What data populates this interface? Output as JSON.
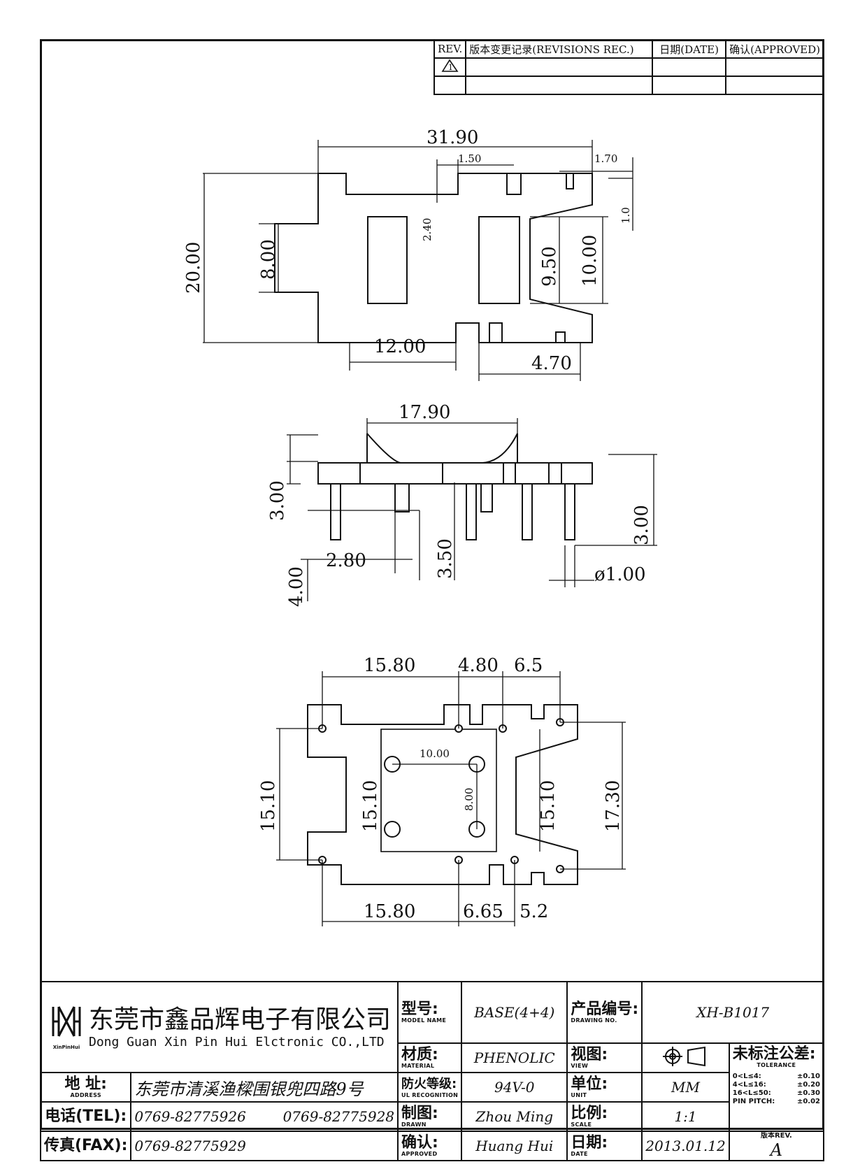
{
  "revisions": {
    "headers": [
      "REV.",
      "版本变更记录(REVISIONS REC.)",
      "日期(DATE)",
      "确认(APPROVED)"
    ],
    "rev_symbol": "1"
  },
  "views": {
    "top": {
      "A": "31.90",
      "B": "20.00",
      "C": "8.00",
      "D": "12.00",
      "E": "10.00",
      "d_9_50": "9.50",
      "d_4_70": "4.70",
      "d_1_50": "1.50",
      "d_1_70": "1.70",
      "d_2_40": "2.40",
      "d_1_0": "1.0"
    },
    "side": {
      "F": "17.90",
      "G": "3.00",
      "H": "2.80",
      "J": "3.50",
      "I": "3.00",
      "K": "ø1.00",
      "d_4_00": "4.00"
    },
    "bottom": {
      "L": "15.80",
      "M": "4.80",
      "N": "6.5",
      "O": "15.10",
      "P": "15.10",
      "Q": "15.10",
      "R": "17.30",
      "S": "15.80",
      "T": "6.65",
      "U": "5.2",
      "d_10_00": "10.00",
      "d_8_00": "8.00"
    }
  },
  "title_block": {
    "company_cn": "东莞市鑫品辉电子有限公司",
    "company_en": "Dong Guan Xin Pin Hui Elctronic CO.,LTD",
    "logo_text": "XinPinHui",
    "address_label": "地 址:",
    "address_sub": "ADDRESS",
    "address": "东莞市清溪渔樑围银兜四路9号",
    "tel_label": "电话(TEL):",
    "tel1": "0769-82775926",
    "tel2": "0769-82775928",
    "fax_label": "传真(FAX):",
    "fax": "0769-82775929",
    "model_label": "型号:",
    "model_sub": "MODEL NAME",
    "model": "BASE(4+4)",
    "material_label": "材质:",
    "material_sub": "MATERIAL",
    "material": "PHENOLIC",
    "fire_label": "防火等级:",
    "fire_sub": "UL RECOGNITION",
    "fire": "94V-0",
    "drawn_label": "制图:",
    "drawn_sub": "DRAWN",
    "drawn": "Zhou Ming",
    "approved_label": "确认:",
    "approved_sub": "APPROVED",
    "approved": "Huang Hui",
    "drawing_no_label": "产品编号:",
    "drawing_no_sub": "DRAWING NO.",
    "drawing_no": "XH-B1017",
    "view_label": "视图:",
    "view_sub": "VIEW",
    "unit_label": "单位:",
    "unit_sub": "UNIT",
    "unit": "MM",
    "scale_label": "比例:",
    "scale_sub": "SCALE",
    "scale": "1:1",
    "date_label": "日期:",
    "date_sub": "DATE",
    "date": "2013.01.12",
    "tolerance_label": "未标注公差:",
    "tolerance_sub": "TOLERANCE",
    "tolerances": [
      {
        "range": "0<L≤4:",
        "value": "±0.10"
      },
      {
        "range": "4<L≤16:",
        "value": "±0.20"
      },
      {
        "range": "16<L≤50:",
        "value": "±0.30"
      },
      {
        "range": "PIN PITCH:",
        "value": "±0.02"
      }
    ],
    "rev_label": "版本REV.",
    "rev": "A"
  }
}
